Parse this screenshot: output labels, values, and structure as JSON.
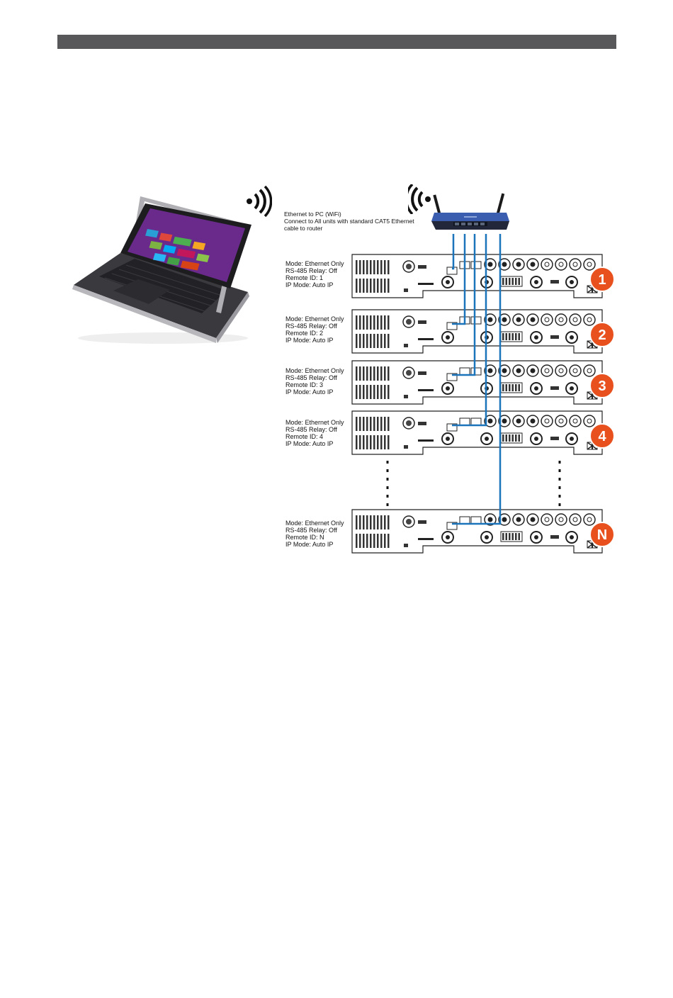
{
  "colors": {
    "top_bar": "#58585a",
    "cable": "#1b75bb",
    "badge": "#e8501e",
    "router": "#3a5db0"
  },
  "router_caption": {
    "line1": "Ethernet to PC (WiFi)",
    "line2": "Connect to All units with standard CAT5 Ethernet",
    "line3": "cable to router"
  },
  "units": [
    {
      "badge": "1",
      "mode": "Mode: Ethernet Only",
      "relay": "RS-485 Relay: Off",
      "remote": "Remote ID: 1",
      "ip": "IP Mode: Auto IP"
    },
    {
      "badge": "2",
      "mode": "Mode: Ethernet Only",
      "relay": "RS-485 Relay: Off",
      "remote": "Remote ID: 2",
      "ip": "IP Mode: Auto IP"
    },
    {
      "badge": "3",
      "mode": "Mode: Ethernet Only",
      "relay": "RS-485 Relay: Off",
      "remote": "Remote ID: 3",
      "ip": "IP Mode: Auto IP"
    },
    {
      "badge": "4",
      "mode": "Mode: Ethernet Only",
      "relay": "RS-485 Relay: Off",
      "remote": "Remote ID: 4",
      "ip": "IP Mode: Auto IP"
    },
    {
      "badge": "N",
      "mode": "Mode: Ethernet Only",
      "relay": "RS-485 Relay: Off",
      "remote": "Remote ID: N",
      "ip": "IP Mode: Auto IP"
    }
  ],
  "icons": {
    "laptop": "tablet-laptop-icon",
    "laptop_wifi": "wifi-signal-icon",
    "router_wifi": "wifi-signal-icon",
    "router": "wifi-router-icon"
  }
}
